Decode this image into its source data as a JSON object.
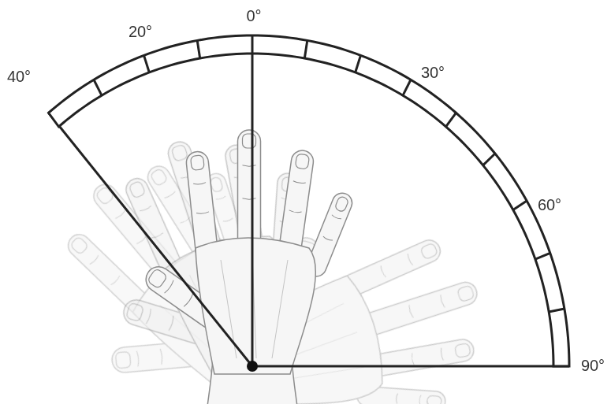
{
  "diagram": {
    "labels": [
      "0°",
      "20°",
      "40°",
      "30°",
      "60°",
      "90°"
    ]
  }
}
